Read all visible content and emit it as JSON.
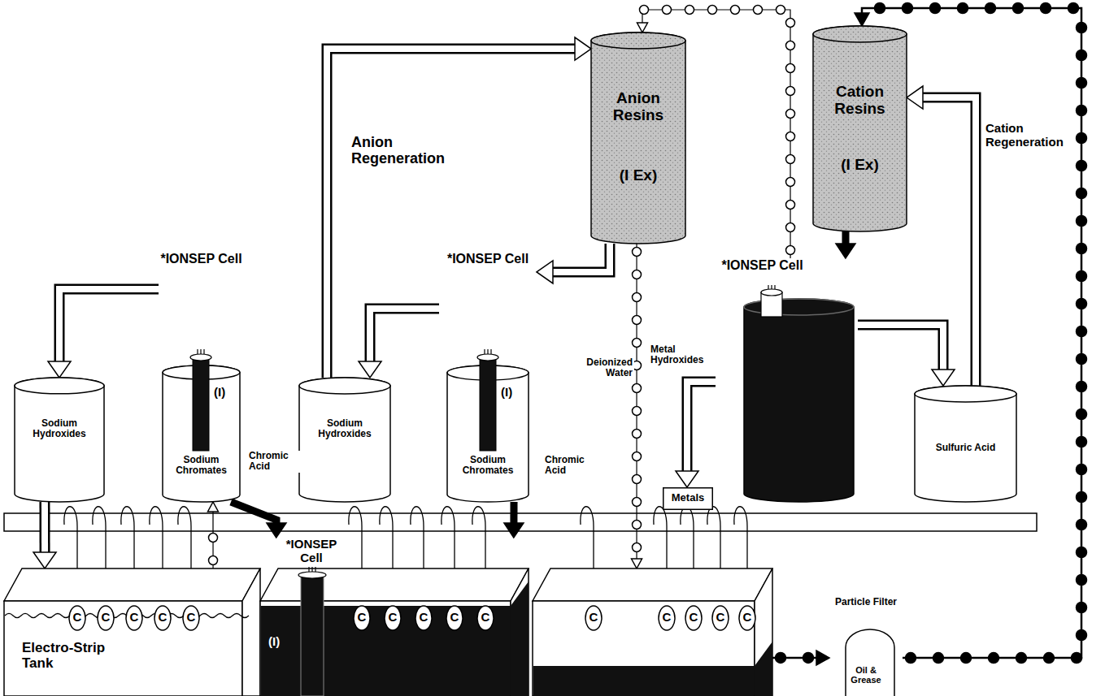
{
  "diagram": {
    "nodes": [
      {
        "text": [
          "Sodium Hydroxides"
        ]
      },
      {
        "text": [
          "*IONSEP Cell",
          "(I)",
          "Sodium Chromates"
        ]
      },
      {
        "text": [
          "Sodium Hydroxides"
        ]
      },
      {
        "text": [
          "*IONSEP Cell",
          "(I)",
          "Sodium Chromates"
        ]
      },
      {
        "text": [
          "Anion Resins",
          "(I Ex)"
        ]
      },
      {
        "text": [
          "Cation Resins",
          "(I Ex)"
        ]
      },
      {
        "text": [
          "*IONSEP Cell"
        ]
      },
      {
        "text": [
          "Sulfuric Acid"
        ]
      },
      {
        "text": [
          "Metals"
        ]
      },
      {
        "text": [
          "Electro-Strip Tank"
        ]
      },
      {
        "text": [
          "C"
        ],
        "in": 9
      },
      {
        "text": [
          "C"
        ],
        "in": 9
      },
      {
        "text": [
          "C"
        ],
        "in": 9
      },
      {
        "text": [
          "C"
        ],
        "in": 9
      },
      {
        "text": [
          "C"
        ],
        "in": 9
      },
      {
        "text": [
          "*IONSEP Cell",
          "(I)"
        ]
      },
      {
        "text": [
          "C"
        ],
        "in": 15
      },
      {
        "text": [
          "C"
        ],
        "in": 15
      },
      {
        "text": [
          "C"
        ],
        "in": 15
      },
      {
        "text": [
          "C"
        ],
        "in": 15
      },
      {
        "text": [
          "C"
        ],
        "in": 15
      },
      {
        "text": []
      },
      {
        "text": [
          "C"
        ],
        "in": 21
      },
      {
        "text": [
          "C"
        ],
        "in": 21
      },
      {
        "text": [
          "C"
        ],
        "in": 21
      },
      {
        "text": [
          "C"
        ],
        "in": 21
      },
      {
        "text": [
          "C"
        ],
        "in": 21
      },
      {
        "text": [
          "Particle Filter",
          "Oil & Grease"
        ]
      }
    ],
    "edges": [
      {
        "from": 0,
        "to": 9,
        "arrow": "to"
      },
      {
        "from": 9,
        "to": 1,
        "arrow": "to"
      },
      {
        "from": 1,
        "to": 0,
        "arrow": "to"
      },
      {
        "from": 1,
        "to": 15,
        "label": "Chromic Acid",
        "arrow": "to"
      },
      {
        "from": 3,
        "to": 2,
        "arrow": "to"
      },
      {
        "from": 2,
        "to": 4,
        "label": "Anion Regeneration",
        "arrow": "to"
      },
      {
        "from": 4,
        "to": 3,
        "arrow": "to"
      },
      {
        "from": 3,
        "to": 15,
        "label": "Chromic Acid",
        "arrow": "to"
      },
      {
        "from": 4,
        "to": 21,
        "label": "Deionized Water",
        "arrow": "to"
      },
      {
        "from": 21,
        "to": 27,
        "arrow": "to"
      },
      {
        "from": 27,
        "to": 5,
        "arrow": "to"
      },
      {
        "from": 5,
        "to": 6,
        "arrow": "to"
      },
      {
        "from": 6,
        "to": 7,
        "arrow": "to"
      },
      {
        "from": 7,
        "to": 5,
        "label": "Cation Regeneration",
        "arrow": "to"
      },
      {
        "from": 6,
        "to": 8,
        "label": "Metal Hydroxides",
        "arrow": "to"
      },
      {
        "from": 6,
        "to": 4,
        "arrow": "to"
      }
    ]
  }
}
